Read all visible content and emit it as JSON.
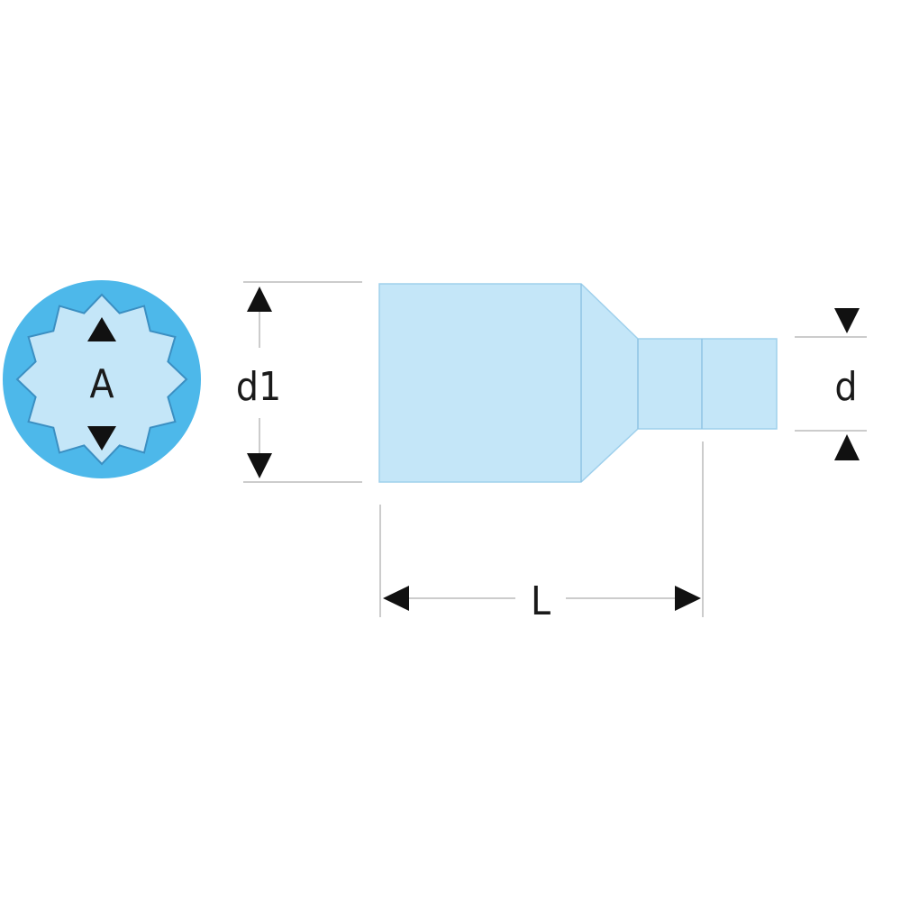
{
  "colors": {
    "ring": "#4db8ea",
    "fill": "#c4e6f8",
    "fill_light": "#cfeafa",
    "outline": "#3b8fc2",
    "dimension_line": "#bbbbbb",
    "arrow": "#111111",
    "text": "#1a1a1a"
  },
  "labels": {
    "socket_opening": "A",
    "head_diameter": "d1",
    "drive_diameter": "d",
    "length": "L"
  },
  "icons": {
    "end_view": "twelve-point-socket-icon",
    "arrows": "triangle-arrow-icon"
  }
}
